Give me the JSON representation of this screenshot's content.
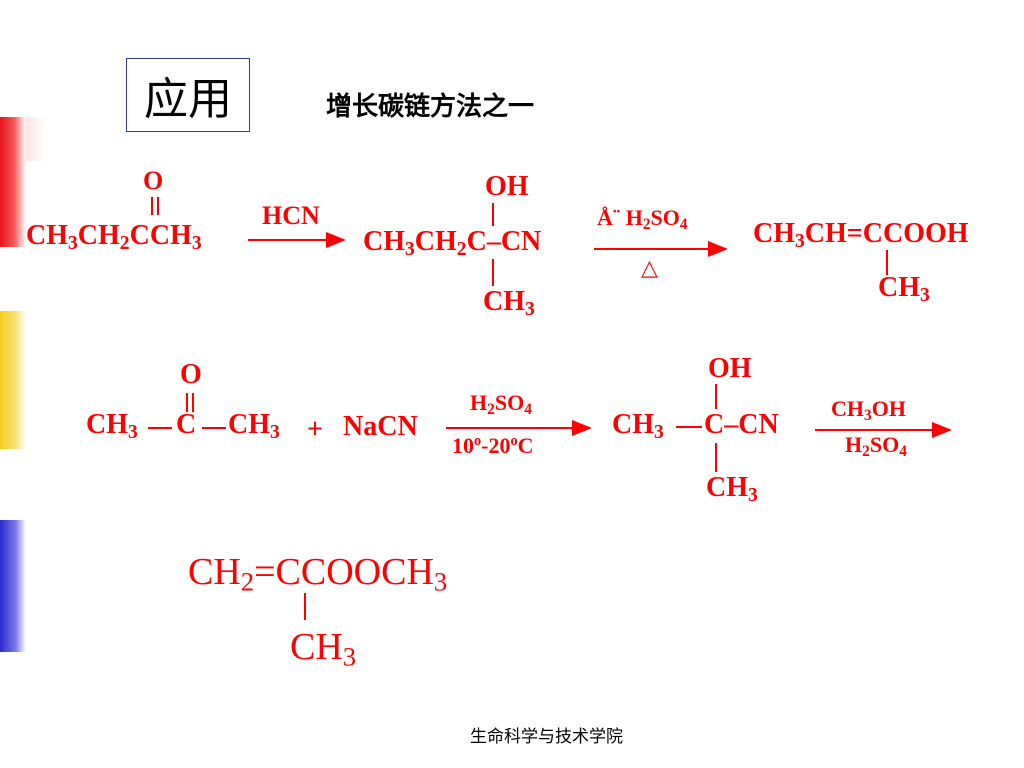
{
  "title": "应用",
  "subtitle": "增长碳链方法之一",
  "footer": "生命科学与技术学院",
  "colors": {
    "accent": "#ff0000",
    "bar_red": "#e8141b",
    "bar_yellow": "#f5cc1c",
    "bar_blue": "#2a2ad0",
    "title_border": "#2c3e8c"
  },
  "reaction1": {
    "reactant": {
      "o": "O",
      "ch3": "CH",
      "n3": "3",
      "ch": "CH",
      "n2": "2",
      "cch": "CCH",
      "n3b": "3"
    },
    "reagent": "HCN",
    "intermediate": {
      "oh": "OH",
      "ch": "CH",
      "n3": "3",
      "ch2": "CH",
      "n2": "2",
      "c": "C",
      "dash": "–",
      "cn": "CN",
      "ch3": "CH",
      "n3b": "3"
    },
    "catalyst": {
      "symbol": "Å¨",
      "h": "H",
      "n2": "2",
      "so": "SO",
      "n4": "4"
    },
    "heat": "△",
    "product": {
      "ch": "CH",
      "n3": "3",
      "rest": "CH=CCOOH",
      "ch3": "CH",
      "n3b": "3"
    }
  },
  "reaction2": {
    "acetone": {
      "o": "O",
      "ch3": "CH",
      "n3": "3",
      "c": "C",
      "ch3b": "CH",
      "n3b": "3"
    },
    "plus": "+",
    "nacn": "NaCN",
    "reagent_top": {
      "h": "H",
      "n2": "2",
      "so": "SO",
      "n4": "4"
    },
    "reagent_bottom": {
      "a": "10",
      "sa": "o",
      "b": "-20",
      "sb": "o",
      "c": "C"
    },
    "intermediate": {
      "oh": "OH",
      "ch3": "CH",
      "n3": "3",
      "c": "C",
      "dash": "–",
      "cn": "CN",
      "ch3b": "CH",
      "n3b": "3"
    },
    "reagent2_top": {
      "ch": "CH",
      "n3": "3",
      "oh": "OH"
    },
    "reagent2_bottom": {
      "h": "H",
      "n2": "2",
      "so": "SO",
      "n4": "4"
    }
  },
  "product_final": {
    "ch": "CH",
    "n2": "2",
    "rest": "=CCOOCH",
    "n3": "3",
    "ch3": "CH",
    "n3b": "3"
  }
}
